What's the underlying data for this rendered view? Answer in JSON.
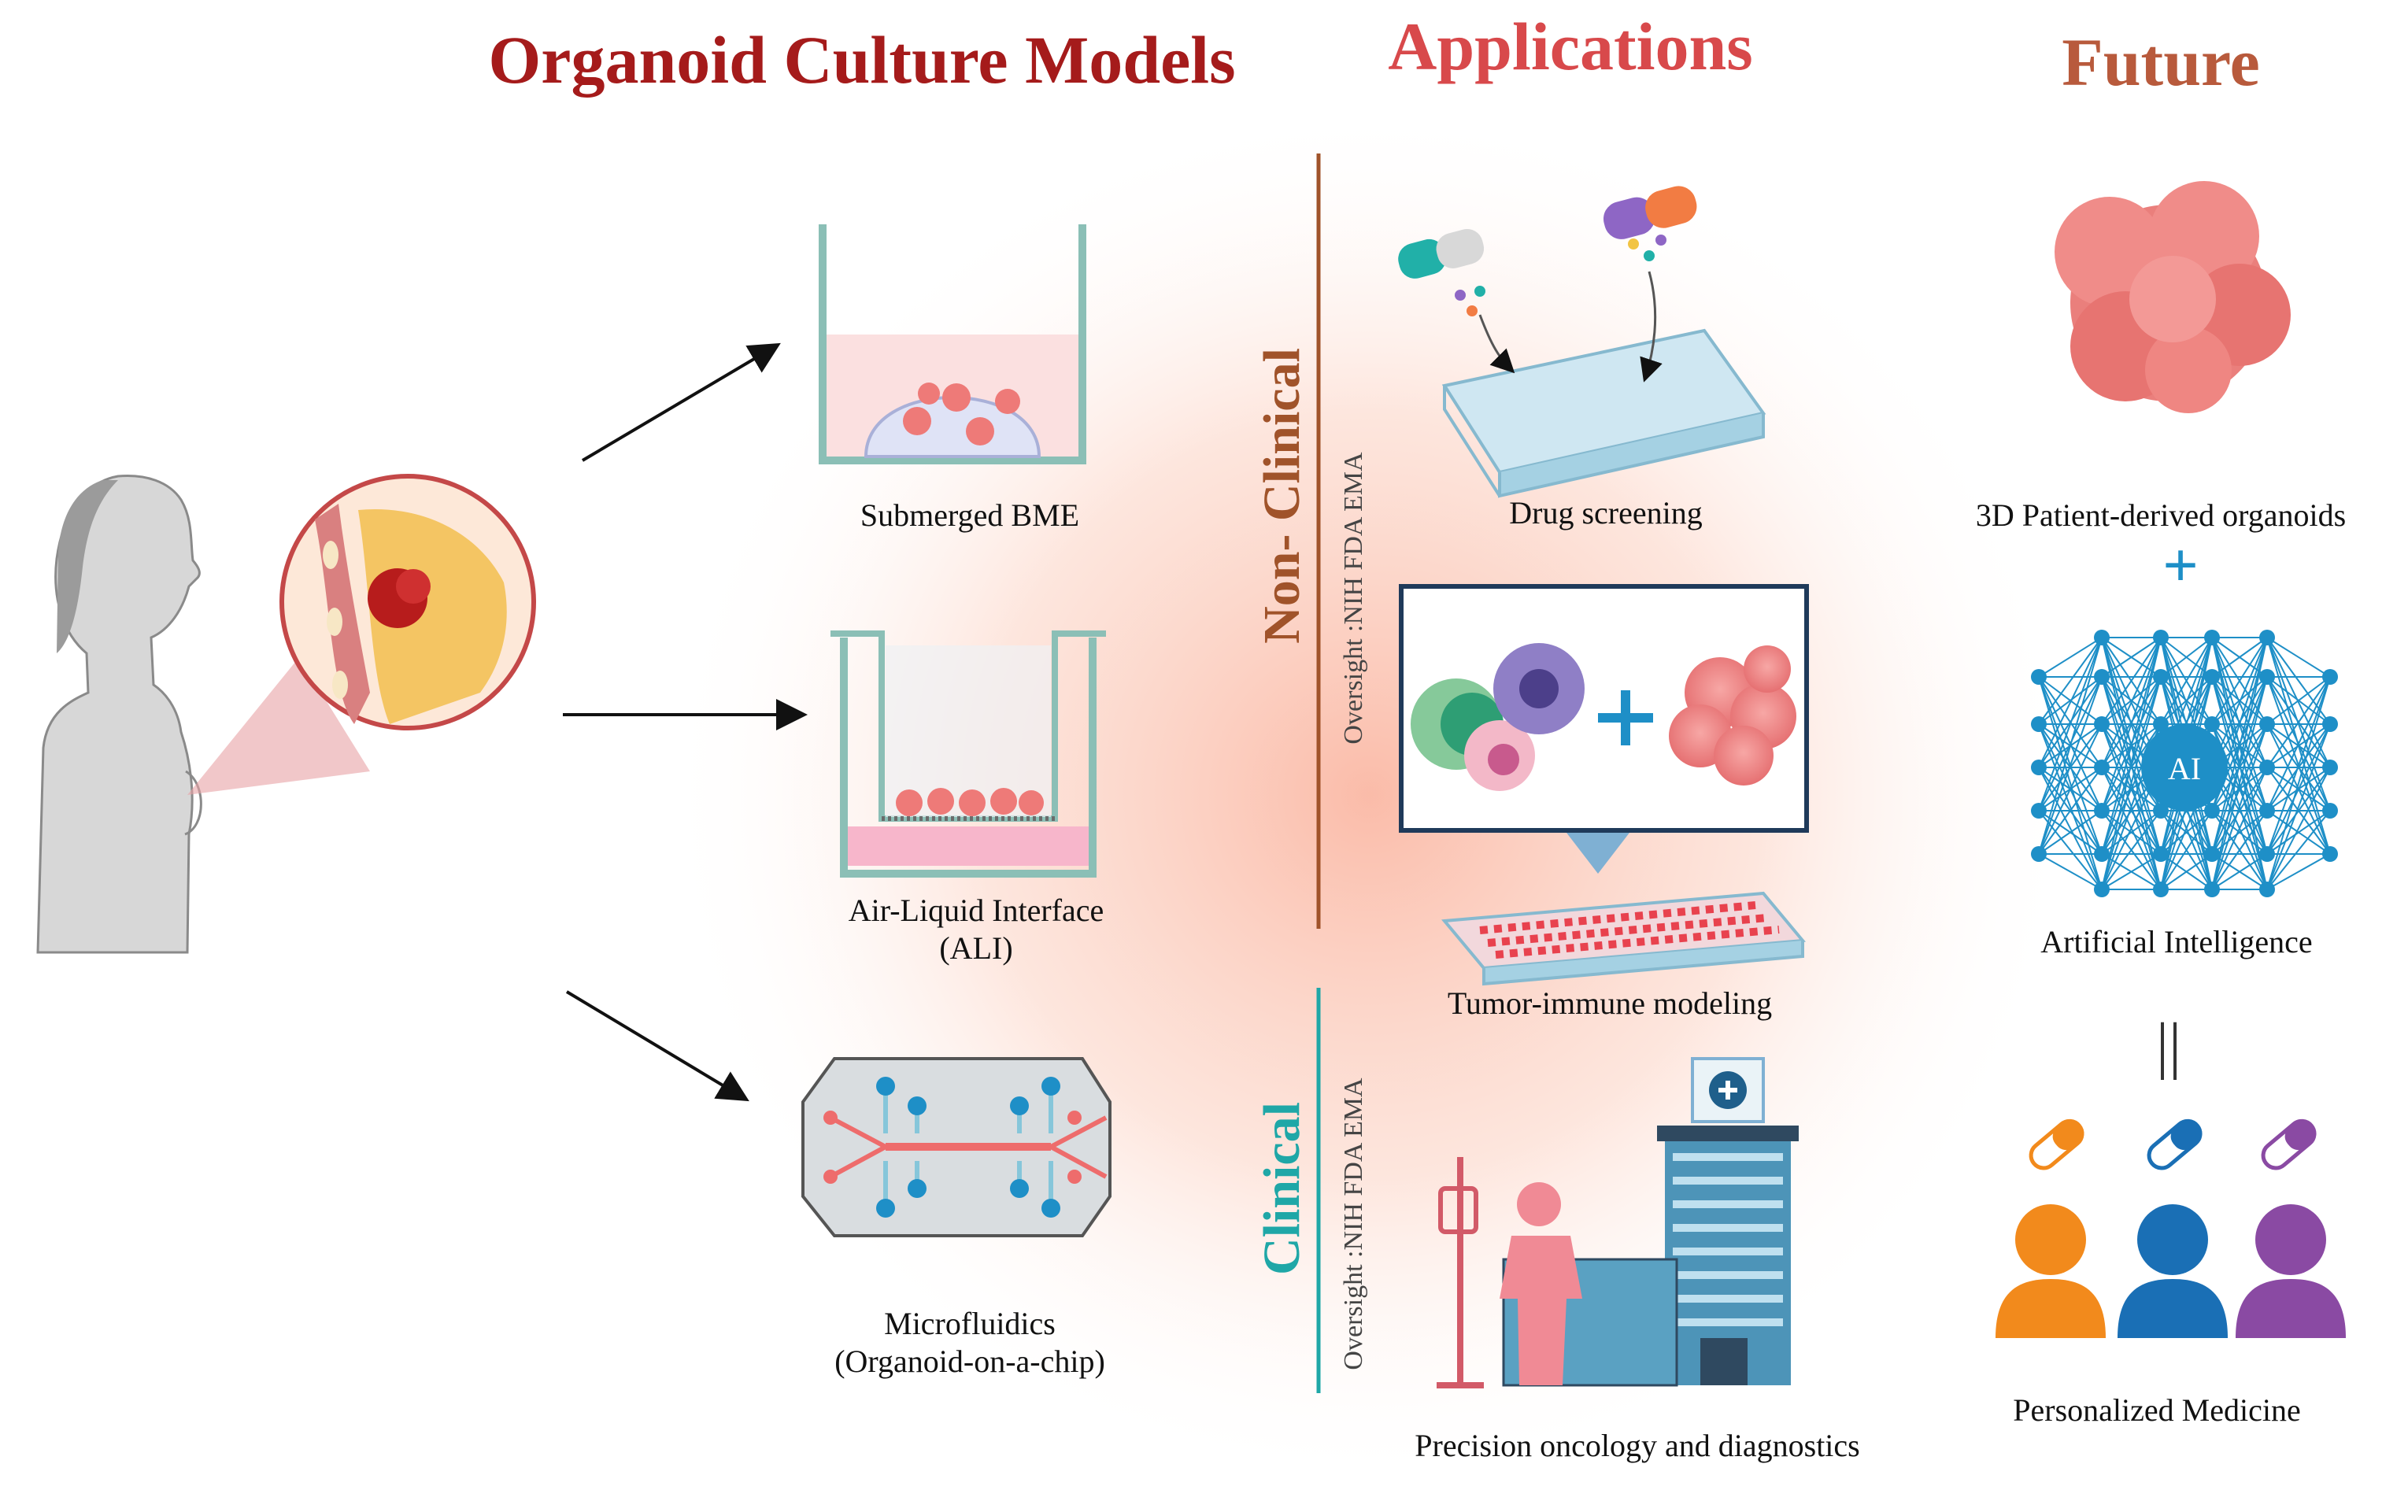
{
  "headers": {
    "models": "Organoid Culture Models",
    "applications": "Applications",
    "future": "Future"
  },
  "models": {
    "bme": "Submerged BME",
    "ali_line1": "Air-Liquid Interface",
    "ali_line2": "(ALI)",
    "micro_line1": "Microfluidics",
    "micro_line2": "(Organoid-on-a-chip)"
  },
  "sections": {
    "nonclinical": "Non- Clinical",
    "nonclinical_oversight": "Oversight :NIH FDA EMA",
    "clinical": "Clinical",
    "clinical_oversight": "Oversight :NIH FDA EMA"
  },
  "applications": {
    "drug": "Drug screening",
    "tumor": "Tumor-immune modeling",
    "precision": "Precision oncology and diagnostics"
  },
  "future": {
    "organoids": "3D Patient-derived organoids",
    "plus": "+",
    "ai_badge": "AI",
    "ai": "Artificial Intelligence",
    "equals": "||",
    "personalized": "Personalized Medicine"
  },
  "colors": {
    "title_red": "#a51b1b",
    "applications_red": "#d8494b",
    "future_brown": "#b85a3c",
    "nonclinical_brown": "#a0532a",
    "clinical_teal": "#1fa7a7",
    "ai_blue": "#1e8fc7",
    "orange": "#f28a1c",
    "blue": "#1a6fb5",
    "purple": "#8a4aa3"
  }
}
